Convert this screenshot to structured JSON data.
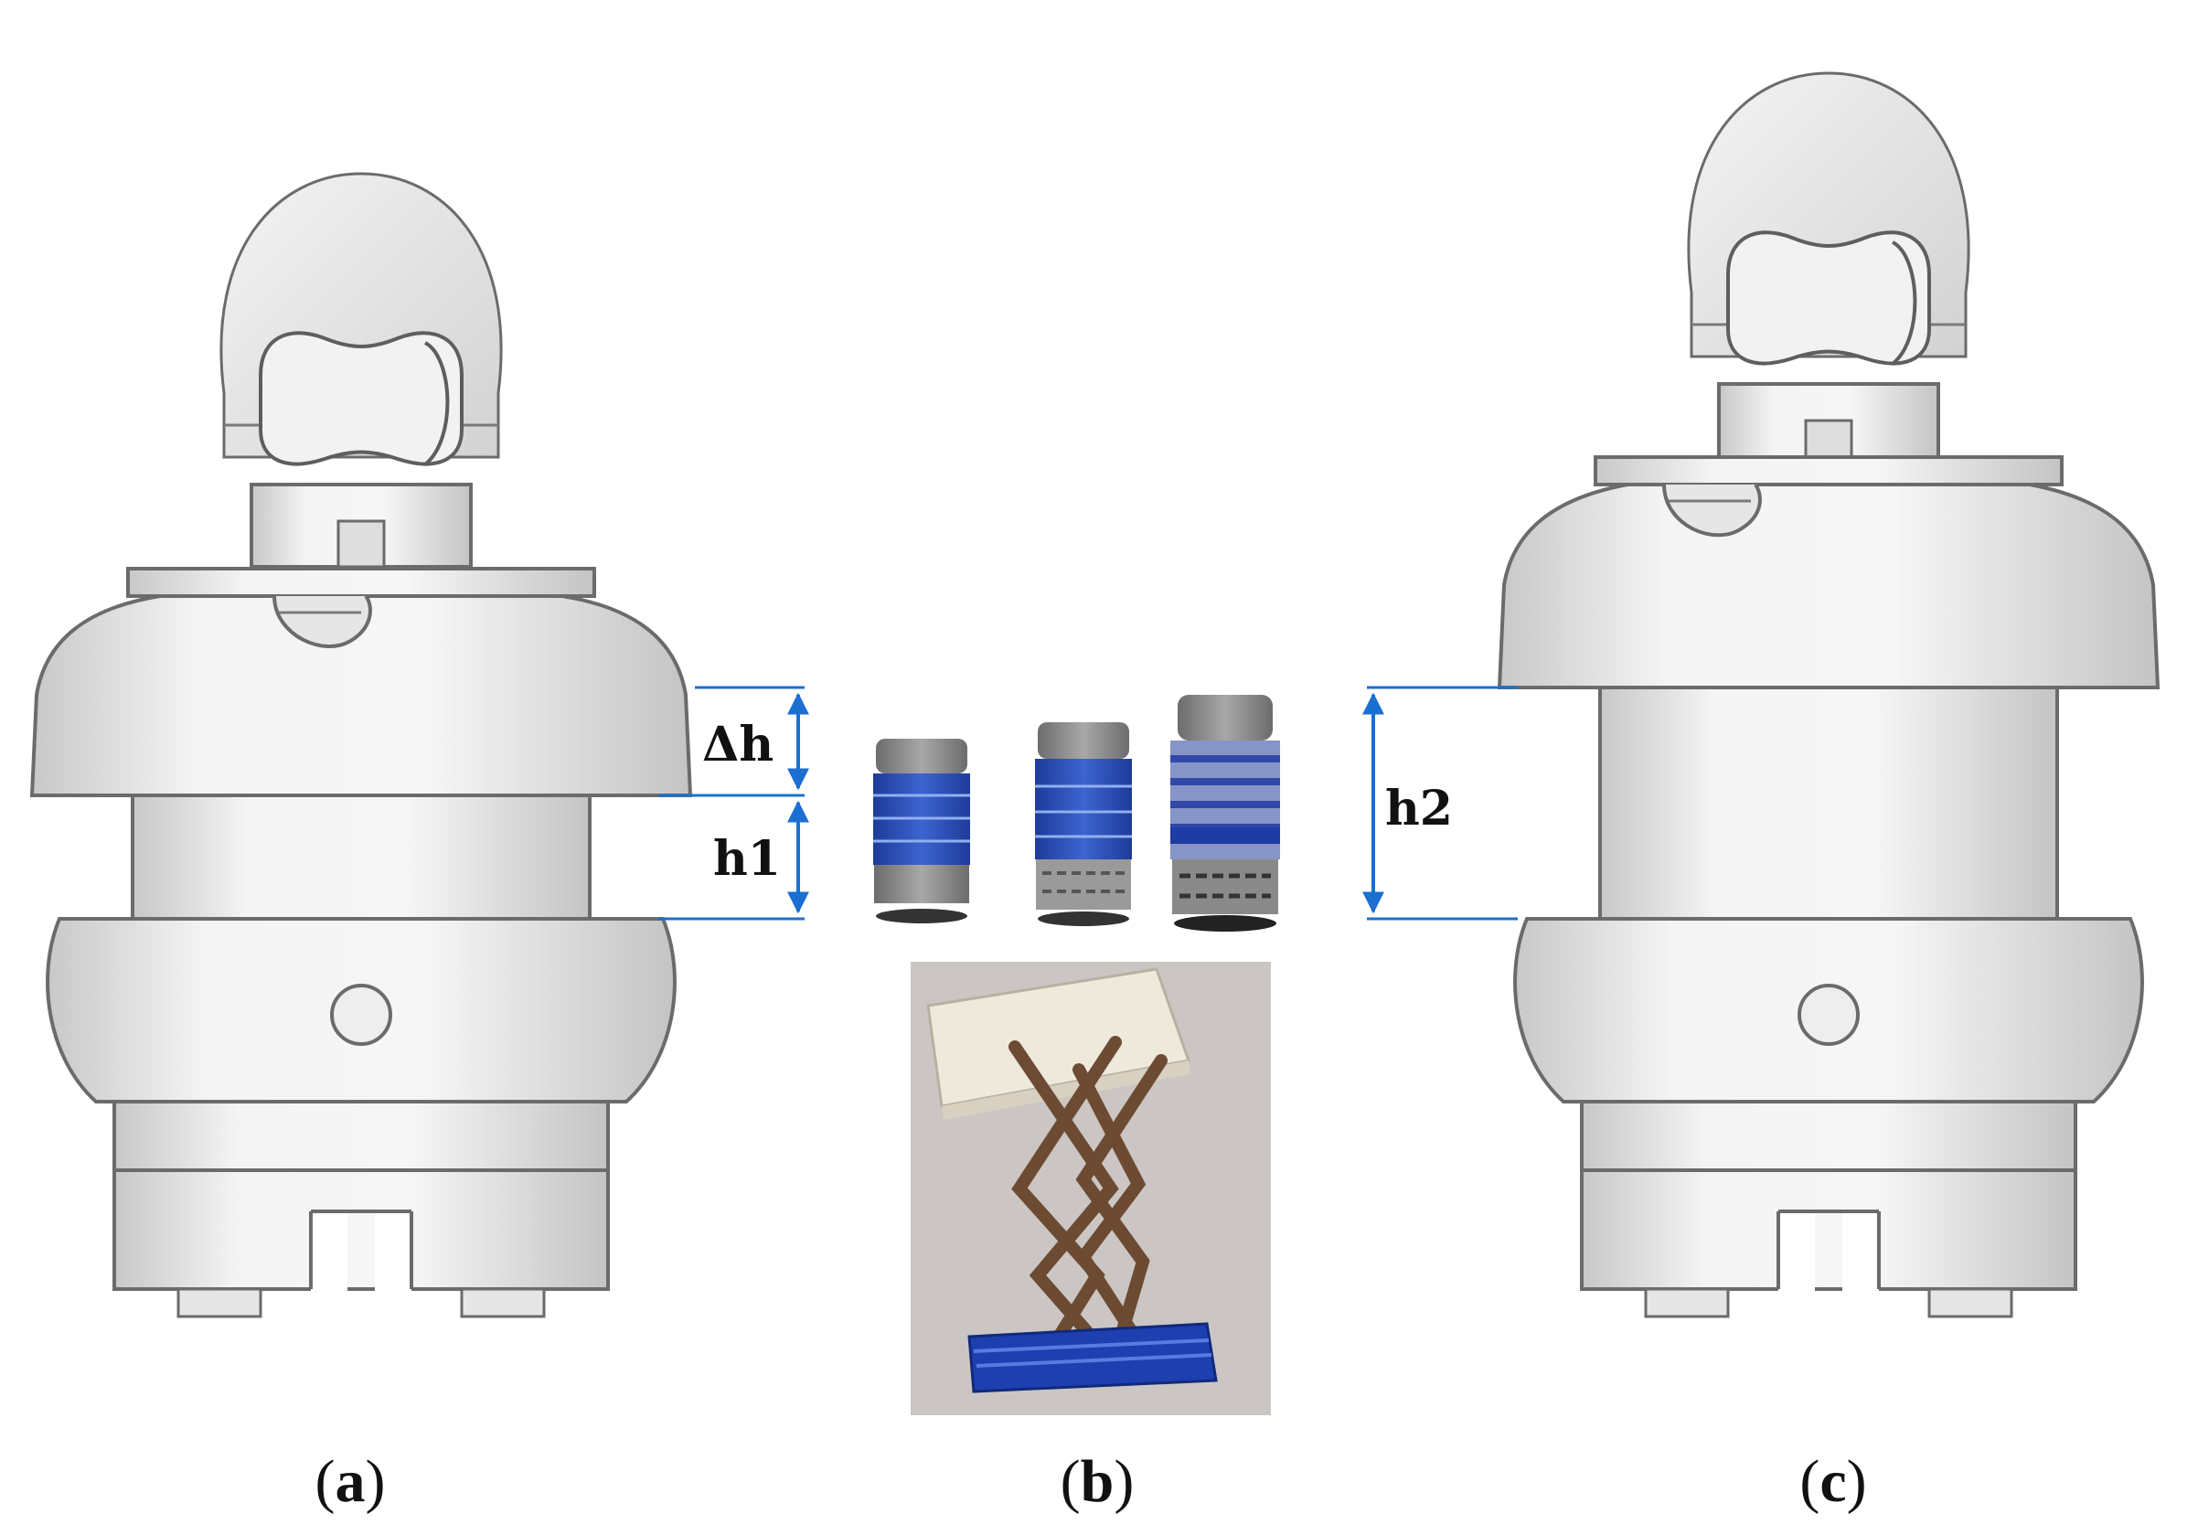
{
  "panels": [
    {
      "id": "a",
      "label_open": "(",
      "letter": "a",
      "label_close": ")"
    },
    {
      "id": "b",
      "label_open": "(",
      "letter": "b",
      "label_close": ")"
    },
    {
      "id": "c",
      "label_open": "(",
      "letter": "c",
      "label_close": ")"
    }
  ],
  "dimensions": {
    "delta_h": "Δh",
    "h1": "h1",
    "h2": "h2"
  },
  "colors": {
    "dimension_line": "#1b6fd0",
    "body": "#efefef",
    "body_shade": "#cfcfcf",
    "outline": "#6b6b6b",
    "actuator_blue": "#2a4fb6",
    "actuator_cap": "#8a8a8a",
    "photo_bg": "#c9c4c1",
    "scissor_bronze": "#6d4b33",
    "base_blue": "#1d3fb0"
  }
}
